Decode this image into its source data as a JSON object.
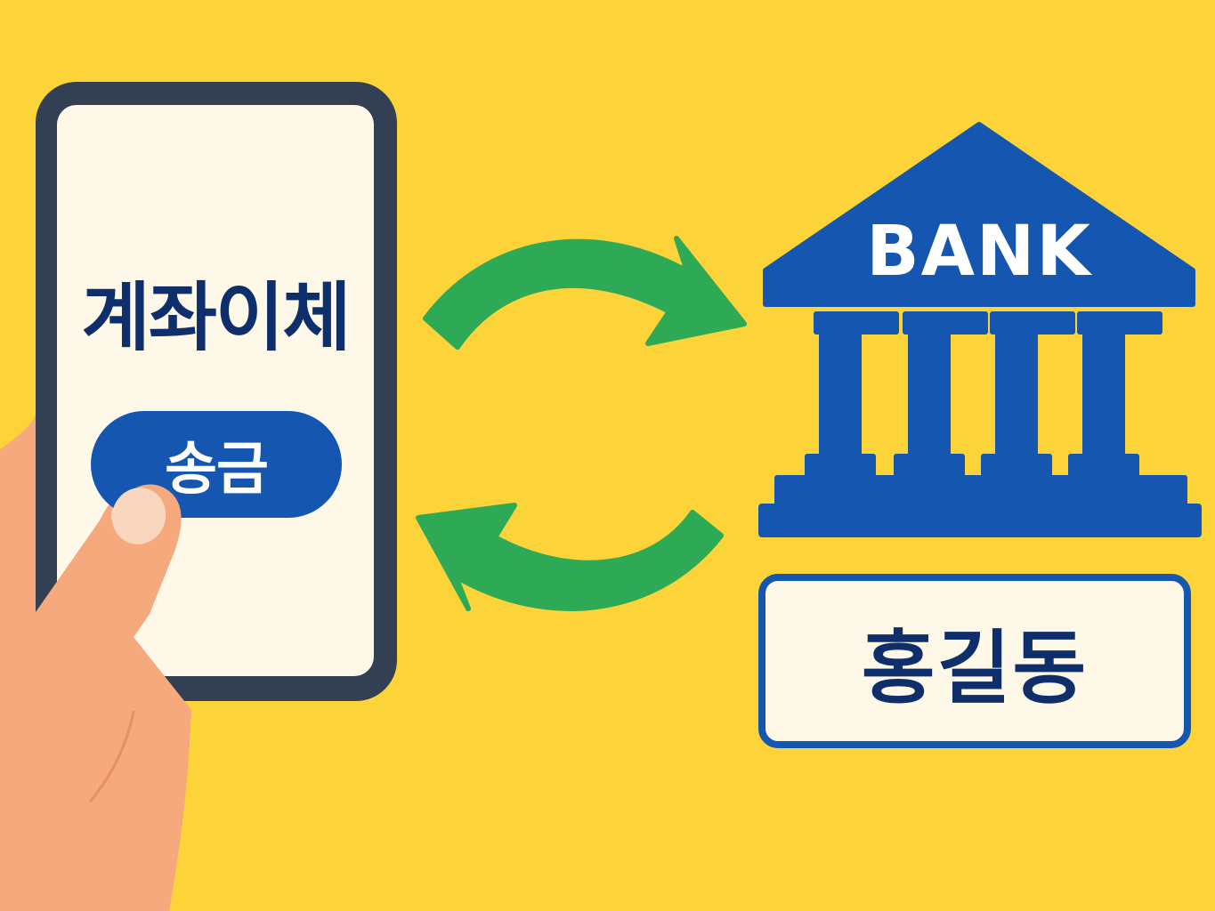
{
  "phone": {
    "title": "계좌이체",
    "button_label": "송금"
  },
  "bank": {
    "label": "BANK",
    "account_holder": "홍길동"
  },
  "icons": {
    "transfer_arrows": "two-way-arrows-icon",
    "bank_building": "bank-building-icon",
    "hand": "hand-icon"
  },
  "colors": {
    "background": "#FCD43A",
    "primary_blue": "#1557B0",
    "dark_navy": "#0E2F6B",
    "arrow_green": "#2EAA57",
    "phone_frame": "#333F52",
    "screen": "#FEF8E8",
    "skin": "#F5A97C"
  }
}
